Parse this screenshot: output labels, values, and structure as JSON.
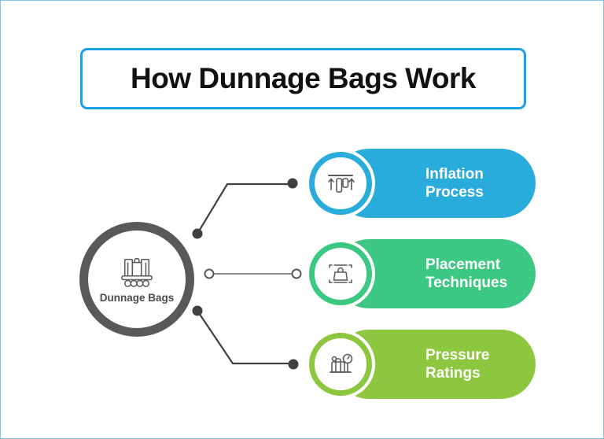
{
  "page": {
    "border_color": "#7ec8ef",
    "background": "#ffffff"
  },
  "title": {
    "text": "How Dunnage Bags Work",
    "border_color": "#1ba1e6",
    "text_color": "#111111"
  },
  "hub": {
    "label": "Dunnage Bags",
    "icon": "luggage-cart-icon",
    "ring_color": "#58595b",
    "label_color": "#4a4b4d"
  },
  "connectors": [
    {
      "name": "connector-inflation",
      "style": "elbow-up",
      "start_marker": "filled-dot",
      "end_marker": "filled-dot",
      "color": "#404040"
    },
    {
      "name": "connector-placement",
      "style": "straight",
      "start_marker": "hollow-dot",
      "end_marker": "hollow-dot",
      "color": "#808080"
    },
    {
      "name": "connector-pressure",
      "style": "elbow-down",
      "start_marker": "filled-dot",
      "end_marker": "filled-dot",
      "color": "#404040"
    }
  ],
  "steps": [
    {
      "id": "inflation",
      "label": "Inflation\nProcess",
      "line1": "Inflation",
      "line2": "Process",
      "color": "#29abdb",
      "icon": "inflation-arrows-icon"
    },
    {
      "id": "placement",
      "label": "Placement\nTechniques",
      "line1": "Placement",
      "line2": "Techniques",
      "color": "#3cc882",
      "icon": "bag-placement-icon"
    },
    {
      "id": "pressure",
      "label": "Pressure\nRatings",
      "line1": "Pressure",
      "line2": "Ratings",
      "color": "#8dc63f",
      "icon": "pressure-gauge-bag-icon"
    }
  ]
}
